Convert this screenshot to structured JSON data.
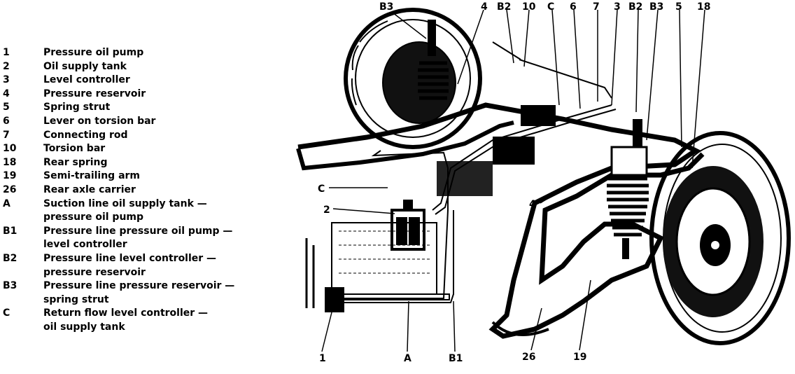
{
  "legend": [
    {
      "code": "1",
      "text": "Pressure oil pump"
    },
    {
      "code": "2",
      "text": "Oil supply tank"
    },
    {
      "code": "3",
      "text": "Level controller"
    },
    {
      "code": "4",
      "text": "Pressure reservoir"
    },
    {
      "code": "5",
      "text": "Spring strut"
    },
    {
      "code": "6",
      "text": "Lever on torsion bar"
    },
    {
      "code": "7",
      "text": "Connecting rod"
    },
    {
      "code": "10",
      "text": "Torsion bar"
    },
    {
      "code": "18",
      "text": "Rear spring"
    },
    {
      "code": "19",
      "text": "Semi-trailing arm"
    },
    {
      "code": "26",
      "text": "Rear axle carrier"
    },
    {
      "code": "A",
      "text": "Suction line oil supply tank —"
    },
    {
      "code": "",
      "text": "pressure oil pump"
    },
    {
      "code": "B1",
      "text": "Pressure line pressure oil pump —"
    },
    {
      "code": "",
      "text": "level controller"
    },
    {
      "code": "B2",
      "text": "Pressure line level controller —"
    },
    {
      "code": "",
      "text": "pressure reservoir"
    },
    {
      "code": "B3",
      "text": "Pressure line pressure reservoir —"
    },
    {
      "code": "",
      "text": "spring strut"
    },
    {
      "code": "C",
      "text": "Return flow level controller —"
    },
    {
      "code": "",
      "text": "oil supply tank"
    }
  ],
  "callouts": {
    "top_b3_left": "B3",
    "top_4": "4",
    "top_b2_left": "B2",
    "top_10": "10",
    "top_c": "C",
    "top_6": "6",
    "top_7": "7",
    "top_3": "3",
    "top_b2_right": "B2",
    "top_b3_right": "B3",
    "top_5": "5",
    "top_18": "18",
    "side_c": "C",
    "side_2": "2",
    "side_4": "4",
    "bottom_1": "1",
    "bottom_a": "A",
    "bottom_b1": "B1",
    "bottom_26": "26",
    "bottom_19": "19"
  }
}
